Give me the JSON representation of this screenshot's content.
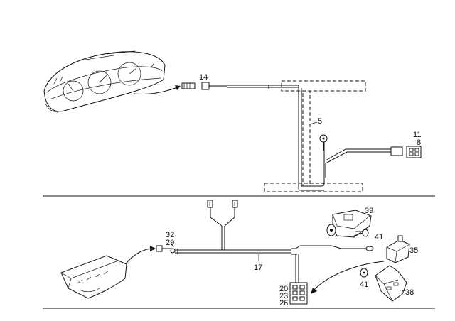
{
  "parts": {
    "p14": "14",
    "p5": "5",
    "p11": "11",
    "p8": "8",
    "p39": "39",
    "p32": "32",
    "p29": "29",
    "p41a": "41",
    "p35": "35",
    "p17": "17",
    "p41b": "41",
    "p20": "20",
    "p23": "23",
    "p26": "26",
    "p38": "38"
  }
}
